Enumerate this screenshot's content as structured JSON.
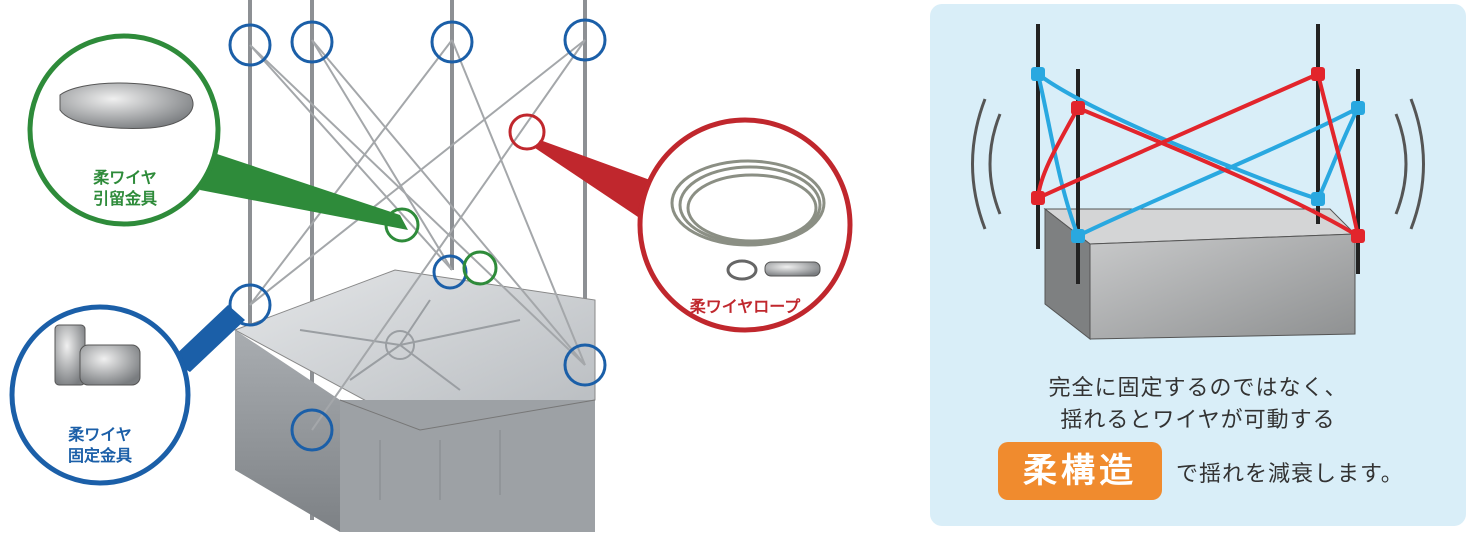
{
  "labels": {
    "stopper_line1": "柔ワイヤ",
    "stopper_line2": "引留金具",
    "fixer_line1": "柔ワイヤ",
    "fixer_line2": "固定金具",
    "rope": "柔ワイヤロープ"
  },
  "panel": {
    "caption_line1": "完全に固定するのではなく、",
    "caption_line2": "揺れるとワイヤが可動する",
    "badge": "柔構造",
    "caption_tail": "で揺れを減衰します。"
  },
  "colors": {
    "green": "#2e8b3a",
    "blue": "#1b5fa8",
    "red": "#c0272d",
    "wire_cyan": "#29a8e0",
    "wire_red": "#e2252c",
    "badge": "#f08b2e",
    "panel_bg": "#d9eef8"
  }
}
